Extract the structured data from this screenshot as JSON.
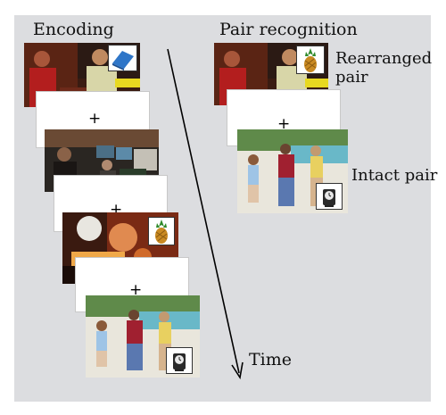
{
  "labels": {
    "encoding": "Encoding",
    "pair_recognition": "Pair recognition",
    "rearranged_pair": "Rearranged pair",
    "intact_pair": "Intact pair",
    "time": "Time",
    "fixation": "+"
  },
  "colors": {
    "background": "#dcdde0",
    "card": "#ffffff",
    "text": "#111111"
  },
  "icons": {
    "encoding_1": "laptop-icon",
    "encoding_3": "pineapple-icon",
    "encoding_5": "clock-icon",
    "recognition_1": "pineapple-icon",
    "recognition_3": "clock-icon"
  }
}
